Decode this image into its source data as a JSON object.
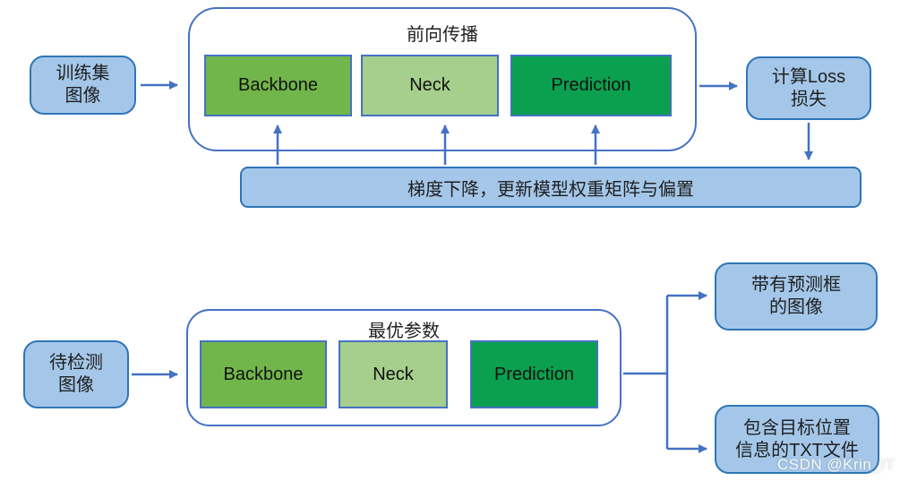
{
  "colors": {
    "node_fill_blue": "#A4C7E9",
    "node_border_blue": "#2E75B6",
    "container_border_blue": "#4472C4",
    "arrow_blue": "#4472C4",
    "backbone_green": "#71B64B",
    "neck_green": "#A6CE8D",
    "prediction_green": "#0AA04F",
    "text": "#1F1F1F"
  },
  "training_flow": {
    "input": {
      "line1": "训练集",
      "line2": "图像"
    },
    "container_title": "前向传播",
    "blocks": [
      "Backbone",
      "Neck",
      "Prediction"
    ],
    "loss": {
      "line1": "计算Loss",
      "line2": "损失"
    },
    "gradient_bar": "梯度下降，更新模型权重矩阵与偏置"
  },
  "inference_flow": {
    "input": {
      "line1": "待检测",
      "line2": "图像"
    },
    "container_title": "最优参数",
    "blocks": [
      "Backbone",
      "Neck",
      "Prediction"
    ],
    "outputs": {
      "image": {
        "line1": "带有预测框",
        "line2": "的图像"
      },
      "txt": {
        "line1": "包含目标位置",
        "line2": "信息的TXT文件"
      }
    }
  },
  "watermark": "CSDN @Krin_IT"
}
